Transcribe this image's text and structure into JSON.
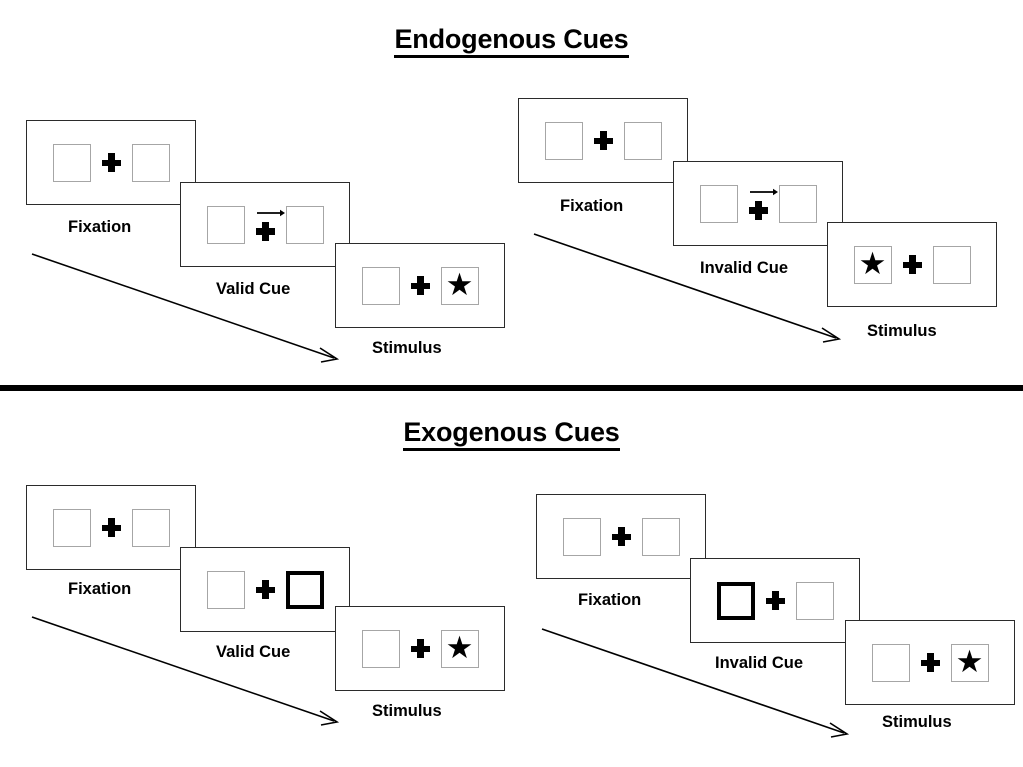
{
  "sections": [
    {
      "id": "endogenous",
      "title": "Endogenous Cues",
      "cue_type": "arrow",
      "columns": [
        {
          "id": "endogenous-valid",
          "cue_label": "Valid Cue",
          "frames": [
            {
              "phase": "Fixation",
              "caption": "Fixation",
              "left_box": "empty",
              "right_box": "empty",
              "cue": "none",
              "center": "plus"
            },
            {
              "phase": "Cue",
              "caption": "Valid Cue",
              "left_box": "empty",
              "right_box": "empty",
              "cue": "arrow-right",
              "center": "plus"
            },
            {
              "phase": "Stimulus",
              "caption": "Stimulus",
              "left_box": "empty",
              "right_box": "star",
              "cue": "none",
              "center": "plus"
            }
          ]
        },
        {
          "id": "endogenous-invalid",
          "cue_label": "Invalid Cue",
          "frames": [
            {
              "phase": "Fixation",
              "caption": "Fixation",
              "left_box": "empty",
              "right_box": "empty",
              "cue": "none",
              "center": "plus"
            },
            {
              "phase": "Cue",
              "caption": "Invalid Cue",
              "left_box": "empty",
              "right_box": "empty",
              "cue": "arrow-right",
              "center": "plus"
            },
            {
              "phase": "Stimulus",
              "caption": "Stimulus",
              "left_box": "star",
              "right_box": "empty",
              "cue": "none",
              "center": "plus"
            }
          ]
        }
      ]
    },
    {
      "id": "exogenous",
      "title": "Exogenous Cues",
      "cue_type": "box-flash",
      "columns": [
        {
          "id": "exogenous-valid",
          "cue_label": "Valid Cue",
          "frames": [
            {
              "phase": "Fixation",
              "caption": "Fixation",
              "left_box": "empty",
              "right_box": "empty",
              "cue": "none",
              "center": "plus"
            },
            {
              "phase": "Cue",
              "caption": "Valid Cue",
              "left_box": "empty",
              "right_box": "highlight",
              "cue": "none",
              "center": "plus"
            },
            {
              "phase": "Stimulus",
              "caption": "Stimulus",
              "left_box": "empty",
              "right_box": "star",
              "cue": "none",
              "center": "plus"
            }
          ]
        },
        {
          "id": "exogenous-invalid",
          "cue_label": "Invalid Cue",
          "frames": [
            {
              "phase": "Fixation",
              "caption": "Fixation",
              "left_box": "empty",
              "right_box": "empty",
              "cue": "none",
              "center": "plus"
            },
            {
              "phase": "Cue",
              "caption": "Invalid Cue",
              "left_box": "highlight",
              "right_box": "empty",
              "cue": "none",
              "center": "plus"
            },
            {
              "phase": "Stimulus",
              "caption": "Stimulus",
              "left_box": "empty",
              "right_box": "star",
              "cue": "none",
              "center": "plus"
            }
          ]
        }
      ]
    }
  ],
  "glyphs": {
    "star": "★",
    "fixation_cross": "fixation-cross-plus",
    "cue_arrow": "arrow-right-icon",
    "time_arrow": "time-progression-arrow"
  },
  "colors": {
    "ink": "#000000",
    "frame_border": "#2b2b2b",
    "box_border": "#a6a6a6",
    "box_highlight": "#000000",
    "background": "#ffffff"
  }
}
